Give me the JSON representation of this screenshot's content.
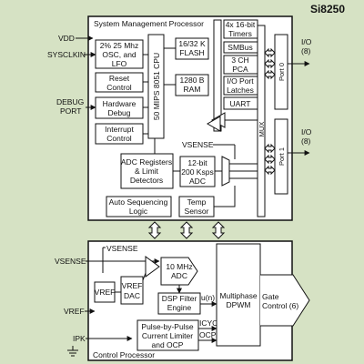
{
  "chip_title": "Si8250",
  "smp": {
    "title": "System Management Processor",
    "osc": [
      "2% 25 Mhz",
      "OSC, and",
      "LFO"
    ],
    "reset": [
      "Reset",
      "Control"
    ],
    "hwdebug": [
      "Hardware",
      "Debug"
    ],
    "interrupt": [
      "Interrupt",
      "Control"
    ],
    "cpu": "50 MIPS 8051 CPU",
    "flash": [
      "16/32 K",
      "FLASH"
    ],
    "ram": [
      "1280 B",
      "RAM"
    ],
    "timers": [
      "4x 16-bit",
      "Timers"
    ],
    "smbus": "SMBus",
    "pca": [
      "3 CH",
      "PCA"
    ],
    "ioport": [
      "I/O Port",
      "Latches"
    ],
    "uart": "UART",
    "mux": "MUX",
    "port0": "Port 0",
    "port1": "Port 1",
    "vsense": "VSENSE",
    "adcreg": [
      "ADC Registers",
      "& Limit",
      "Detectors"
    ],
    "adc": [
      "12-bit",
      "200 Ksps",
      "ADC"
    ],
    "autoseq": [
      "Auto Sequencing",
      "Logic"
    ],
    "temp": [
      "Temp",
      "Sensor"
    ]
  },
  "pins_top": {
    "vdd": "VDD",
    "sysclkin": "SYSCLKIN",
    "debug": [
      "DEBUG",
      "PORT"
    ],
    "io0": [
      "I/O",
      "(8)"
    ],
    "io1": [
      "I/O",
      "(8)"
    ]
  },
  "cp": {
    "title": "Control Processor",
    "vsense": "VSENSE",
    "vsense_pin": "VSENSE",
    "vref_pin": "VREF",
    "ipk_pin": "IPK",
    "vref": "VREF",
    "vref_dac": [
      "VREF",
      "DAC"
    ],
    "adc10": [
      "10 MHz",
      "ADC"
    ],
    "dsp": [
      "DSP Filter",
      "Engine"
    ],
    "un": "u(n)",
    "icyc": "ICYC",
    "ocp": "OCP",
    "limiter": [
      "Pulse-by-Pulse",
      "Current Limiter",
      "and OCP"
    ],
    "dpwm": [
      "Multiphase",
      "DPWM"
    ],
    "gate": [
      "Gate",
      "Control (6)"
    ]
  },
  "colors": {
    "background": "#d6e2c4",
    "block": "#ffffff",
    "line": "#111111"
  }
}
